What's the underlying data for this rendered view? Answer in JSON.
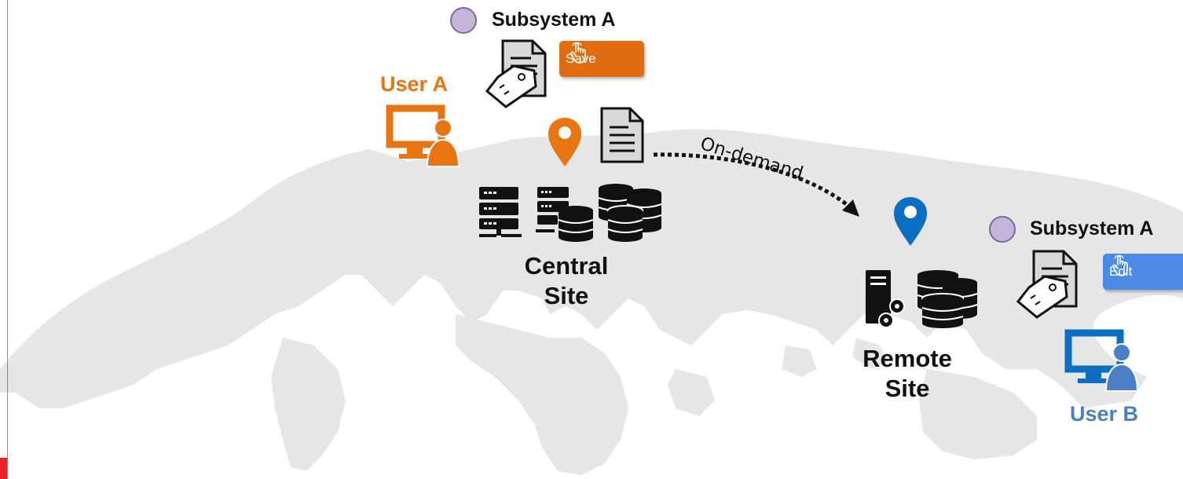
{
  "colors": {
    "accent_orange": "#e87511",
    "accent_blue": "#4b7fc5",
    "pin_blue": "#0a6fc2",
    "subsystem_circle": "#c4b5d9",
    "map_gray": "#e3e3e3",
    "icon_dark": "#111111"
  },
  "subsystem_left": {
    "label": "Subsystem A"
  },
  "subsystem_right": {
    "label": "Subsystem A"
  },
  "user_a": {
    "label": "User A",
    "icon": "user-at-monitor-icon"
  },
  "user_b": {
    "label": "User B",
    "icon": "user-at-monitor-icon"
  },
  "save_button": {
    "label": "Save",
    "icon": "hand-pointer-icon"
  },
  "edit_button": {
    "label": "Edit",
    "icon": "hand-pointer-icon"
  },
  "central_site": {
    "line1": "Central",
    "line2": "Site",
    "icon": "location-pin-icon"
  },
  "remote_site": {
    "line1": "Remote",
    "line2": "Site",
    "icon": "location-pin-icon"
  },
  "transfer": {
    "label": "On-demand"
  }
}
